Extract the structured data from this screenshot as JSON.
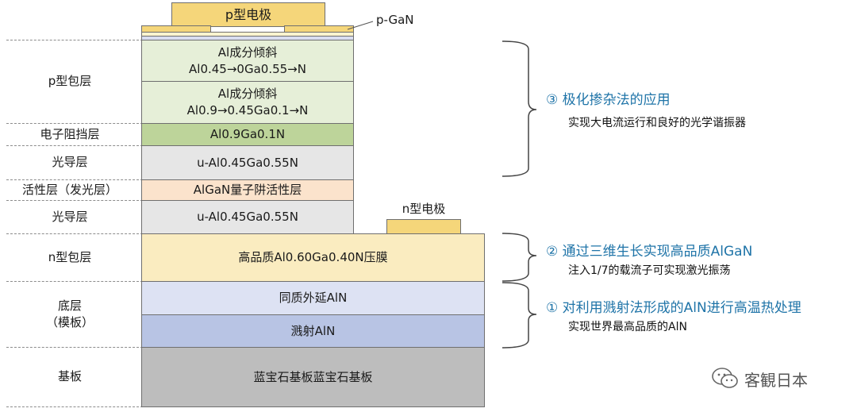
{
  "layers": {
    "p_electrode": "p型电极",
    "p_gan": "p-GaN",
    "cladding_1_line1": "Al成分倾斜",
    "cladding_1_line2": "Al0.45→0Ga0.55→N",
    "cladding_2_line1": "Al成分倾斜",
    "cladding_2_line2": "Al0.9→0.45Ga0.1→N",
    "ebl": "Al0.9Ga0.1N",
    "guide_upper": "u-Al0.45Ga0.55N",
    "active": "AlGaN量子阱活性层",
    "guide_lower": "u-Al0.45Ga0.55N",
    "n_electrode": "n型电极",
    "n_cladding": "高品质Al0.60Ga0.40N压膜",
    "homoepi": "同质外延AlN",
    "sputter": "溅射AlN",
    "substrate": "蓝宝石基板蓝宝石基板"
  },
  "left_labels": {
    "p_cladding": "p型包层",
    "ebl": "电子阻挡层",
    "guide_upper": "光导层",
    "active": "活性层（发光层）",
    "guide_lower": "光导层",
    "n_cladding": "n型包层",
    "template_line1": "底层",
    "template_line2": "（模板）",
    "substrate": "基板"
  },
  "annotations": [
    {
      "title": "③ 极化掺杂法的应用",
      "sub": "实现大电流运行和良好的光学谐振器"
    },
    {
      "title": "② 通过三维生长实现高品质AlGaN",
      "sub": "注入1/7的载流子可实现激光振荡"
    },
    {
      "title": "① 对利用溅射法形成的AlN进行高温热处理",
      "sub": "实现世界最高品质的AlN"
    }
  ],
  "watermark": "客観日本",
  "colors": {
    "electrode": "#f5d67a",
    "p_gan": "#fdf4cf",
    "p_contact": "#d9def0",
    "green_light": "#e6efd8",
    "green_dark": "#bdd49a",
    "gray": "#e6e6e6",
    "peach": "#fbe3cc",
    "yellow": "#faecc0",
    "blue_light": "#dde2f3",
    "blue_mid": "#b8c4e4",
    "substrate": "#bdbdbd",
    "accent": "#1f74a8"
  }
}
